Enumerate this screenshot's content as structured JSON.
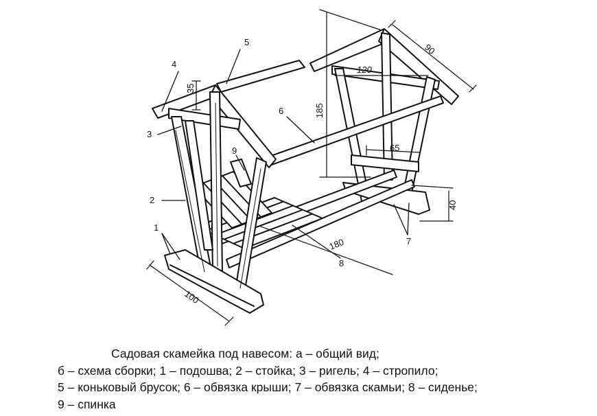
{
  "caption": {
    "line1": "Садовая скамейка под навесом: а – общий вид;",
    "line2": "б – схема сборки; 1 – подошва; 2 – стойка; 3 – ригель; 4 – стропило;",
    "line3": "5 – коньковый брусок; 6 – обвязка крыши; 7 – обвязка скамьи; 8 – сиденье;",
    "line4": "9 – спинка"
  },
  "labels": {
    "n1": "1",
    "n2": "2",
    "n3": "3",
    "n4": "4",
    "n5": "5",
    "n6": "6",
    "n7": "7",
    "n8": "8",
    "n9": "9"
  },
  "dimensions": {
    "d35": "35",
    "d185": "185",
    "d120": "120",
    "d90": "90",
    "d65": "65",
    "d40": "40",
    "d180": "180",
    "d100": "100"
  }
}
